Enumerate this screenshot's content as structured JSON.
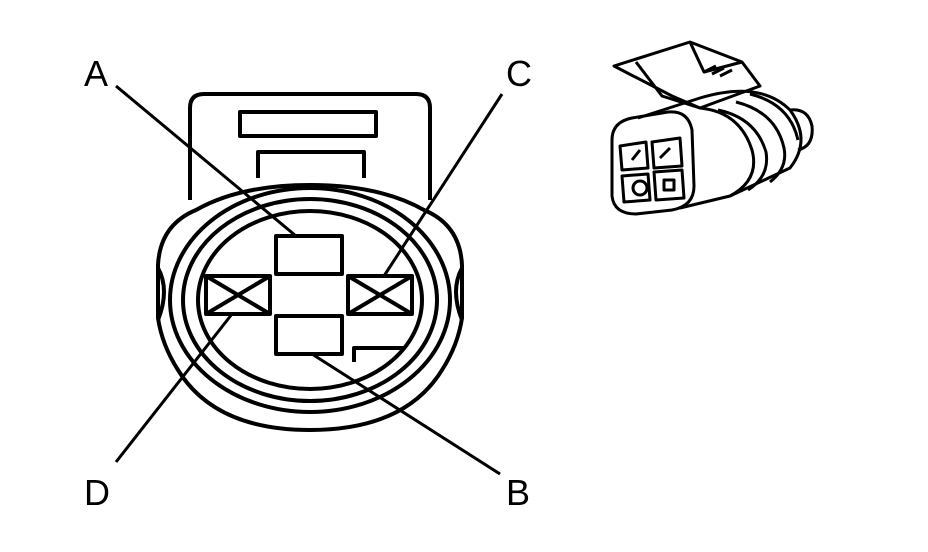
{
  "colors": {
    "line": "#000000",
    "background": "#ffffff"
  },
  "labels": {
    "pin_a": "A",
    "pin_b": "B",
    "pin_c": "C",
    "pin_d": "D"
  }
}
